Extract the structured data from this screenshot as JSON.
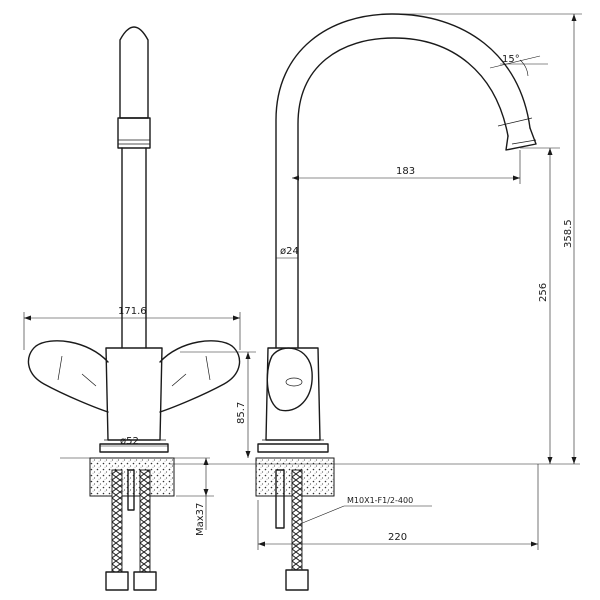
{
  "diagram": {
    "dimensions": {
      "reach": "183",
      "total_height": "358.5",
      "spout_height": "256",
      "spout_diameter": "ø24",
      "angle": "15°",
      "handle_span": "171.6",
      "base_diameter": "ø52",
      "body_height": "85.7",
      "max_mount": "Max37",
      "connection": "M10X1-F1/2-400",
      "hose_length": "220"
    }
  }
}
